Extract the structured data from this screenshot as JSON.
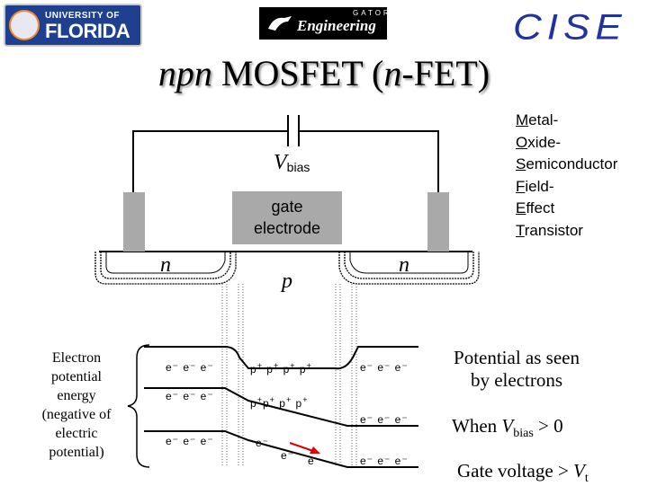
{
  "header": {
    "uf_logo": {
      "top_text": "UNIVERSITY OF",
      "main_text": "FLORIDA"
    },
    "engineering_logo": {
      "text": "Engineering",
      "gator_text": "GATOR"
    },
    "cise_logo": {
      "text": "CISE"
    }
  },
  "title": {
    "part1": "npn",
    "part2": " MOSFET (",
    "part3": "n",
    "part4": "-FET)"
  },
  "acronym": [
    {
      "letter": "M",
      "rest": "etal-"
    },
    {
      "letter": "O",
      "rest": "xide-"
    },
    {
      "letter": "S",
      "rest": "emiconductor"
    },
    {
      "letter": "F",
      "rest": "ield-"
    },
    {
      "letter": "E",
      "rest": "ffect"
    },
    {
      "letter": "T",
      "rest": "ransistor"
    }
  ],
  "circuit": {
    "vbias_v": "V",
    "vbias_sub": "bias",
    "gate_line1": "gate",
    "gate_line2": "electrode"
  },
  "regions": {
    "left": "n",
    "middle": "p",
    "right": "n"
  },
  "energy_label": [
    "Electron",
    "potential",
    "energy",
    "(negative of",
    "electric",
    "potential)"
  ],
  "carriers": {
    "e3": "e⁻ e⁻ e⁻",
    "e2": "e⁻ e⁻",
    "e1": "e⁻",
    "p_plus": "p",
    "plus": "+"
  },
  "right_panel": {
    "potential_line1": "Potential as seen",
    "potential_line2": "by electrons",
    "when_prefix": "When ",
    "when_v": "V",
    "when_sub": "bias",
    "when_suffix": " > 0",
    "gate_prefix": "Gate voltage > ",
    "gate_v": "V",
    "gate_sub": "t"
  },
  "colors": {
    "uf_blue": "#1f3f8f",
    "uf_orange": "#f08a2c",
    "cise_blue": "#2233a0",
    "contact_gray": "#a9a9a9",
    "arrow_red": "#e00000"
  }
}
